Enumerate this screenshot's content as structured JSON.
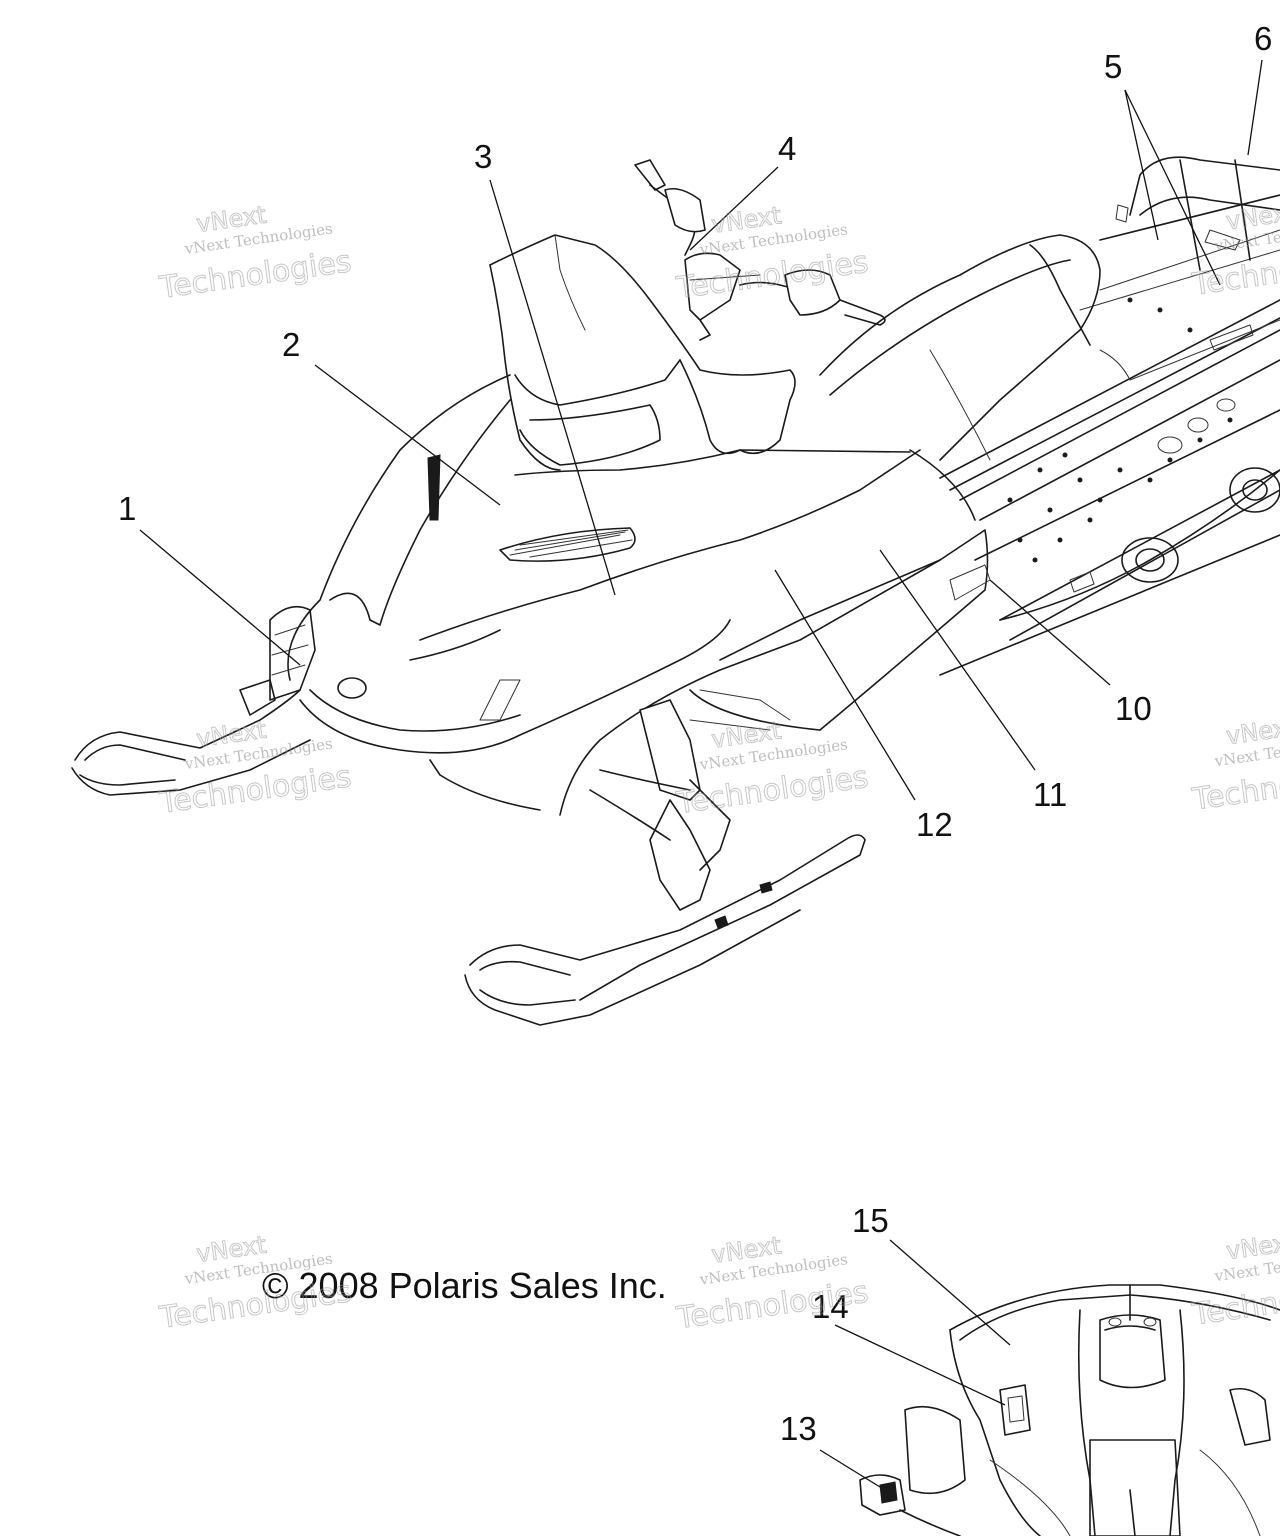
{
  "callouts": [
    {
      "id": "1",
      "label": "1"
    },
    {
      "id": "2",
      "label": "2"
    },
    {
      "id": "3",
      "label": "3"
    },
    {
      "id": "4",
      "label": "4"
    },
    {
      "id": "5",
      "label": "5"
    },
    {
      "id": "6",
      "label": "6"
    },
    {
      "id": "10",
      "label": "10"
    },
    {
      "id": "11",
      "label": "11"
    },
    {
      "id": "12",
      "label": "12"
    },
    {
      "id": "13",
      "label": "13"
    },
    {
      "id": "14",
      "label": "14"
    },
    {
      "id": "15",
      "label": "15"
    }
  ],
  "copyright": "© 2008 Polaris Sales Inc.",
  "watermark": {
    "line1": "vNext Technologies",
    "line2": "vNext",
    "line3": "Technologies"
  }
}
